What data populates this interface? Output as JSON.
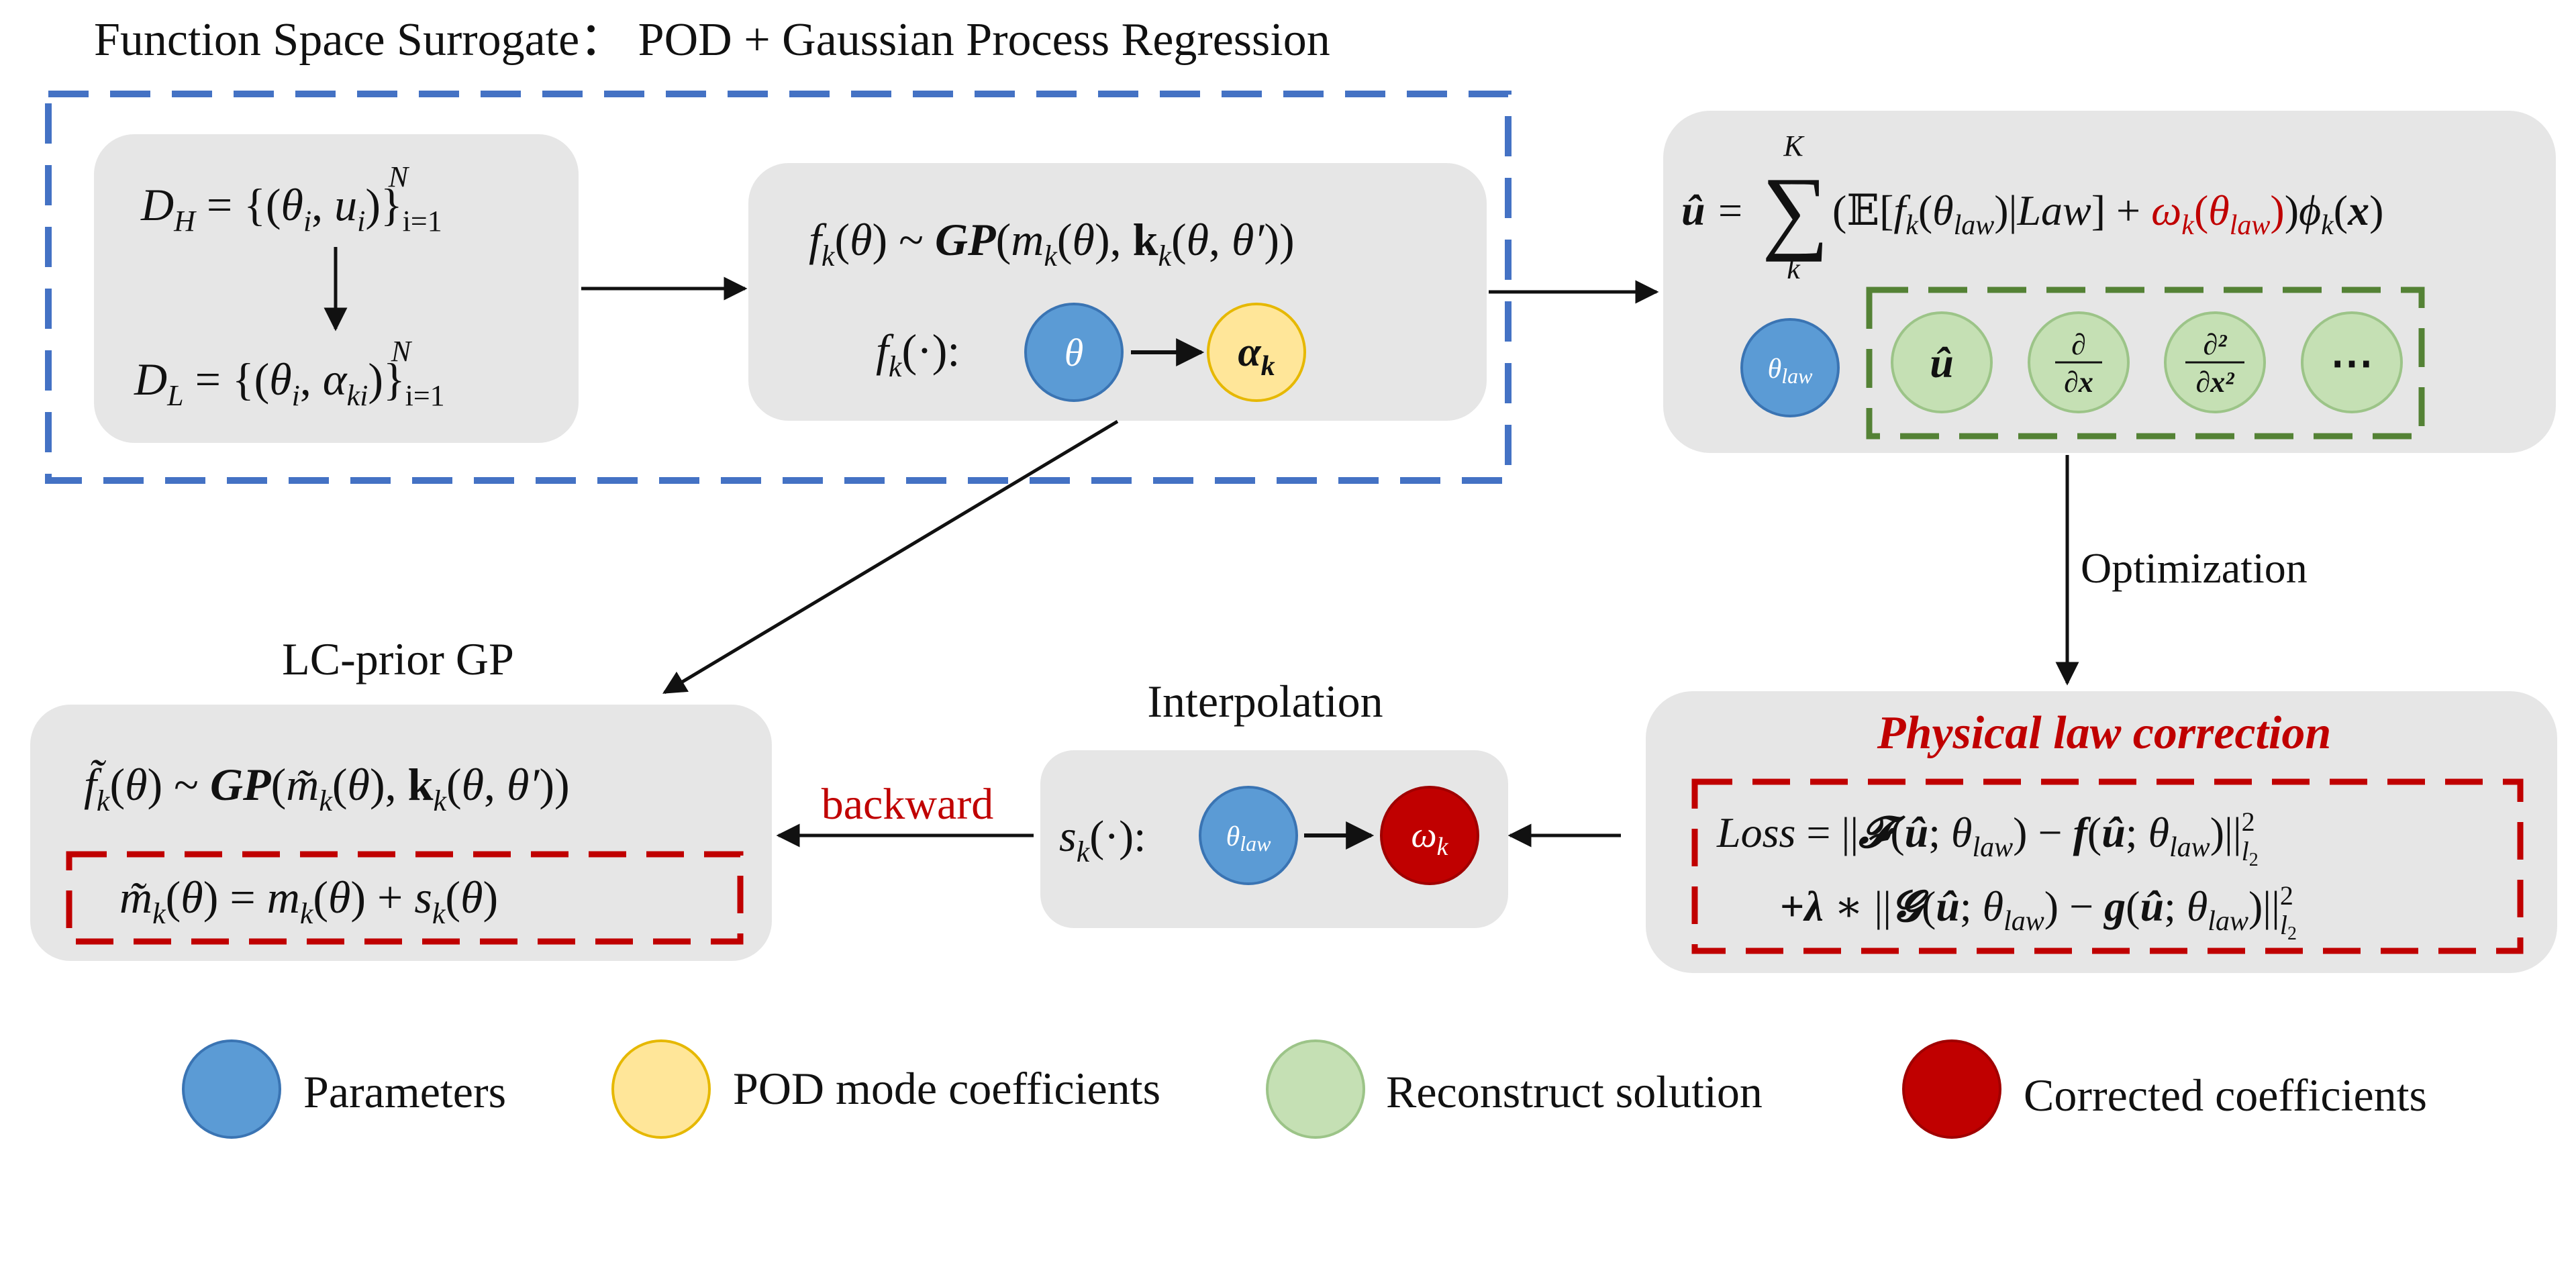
{
  "title": "Function Space Surrogate： POD + Gaussian Process Regression",
  "colors": {
    "blue": "#5b9bd5",
    "blue_stroke": "#3a74b3",
    "yellow": "#ffe699",
    "yellow_stroke": "#e6b800",
    "green": "#c5e0b4",
    "green_stroke": "#9cc488",
    "red": "#c00000",
    "panel": "#e6e6e6",
    "dash_blue": "#4472c4",
    "dash_green": "#548235",
    "dash_red": "#c00000"
  },
  "data_box": {
    "dh": "D_H = {(θ_i, u_i)}_{i=1}^N",
    "dl": "D_L = {(θ_i, α_ki)}_{i=1}^N"
  },
  "gp_box": {
    "equation": "f_k(θ) ~ GP(m_k(θ), k_k(θ, θ′))",
    "map_label": "f_k(·):",
    "input_symbol": "θ",
    "output_symbol": "α_k"
  },
  "reconstruction_box": {
    "equation": "û = Σ_k^K (𝔼[f_k(θ_law)|Law] + ω_k(θ_law)) ϕ_k(x)",
    "param_symbol": "θ_law",
    "solution_symbols": [
      "û",
      "∂/∂x",
      "∂²/∂x²",
      "⋯"
    ]
  },
  "optimization_label": "Optimization",
  "physical_box": {
    "title": "Physical  law correction",
    "loss_line1": "Loss = ||𝓕(û; θ_law) − f(û; θ_law)||²_l2",
    "loss_line2": "+λ * ||𝓖(û; θ_law) − g(û; θ_law)||²_l2"
  },
  "interpolation": {
    "title": "Interpolation",
    "map_label": "s_k(·):",
    "input_symbol": "θ_law",
    "output_symbol": "ω_k"
  },
  "backward_label": "backward",
  "lc_prior": {
    "title": "LC-prior GP",
    "equation": "f̃_k(θ) ~ GP(m̃_k(θ), k_k(θ, θ′))",
    "mean_equation": "m̃_k(θ) = m_k(θ) + s_k(θ)"
  },
  "legend": [
    {
      "label": "Parameters",
      "color": "blue"
    },
    {
      "label": "POD mode coefficients",
      "color": "yellow"
    },
    {
      "label": "Reconstruct solution",
      "color": "green"
    },
    {
      "label": "Corrected coefficients",
      "color": "red"
    }
  ]
}
